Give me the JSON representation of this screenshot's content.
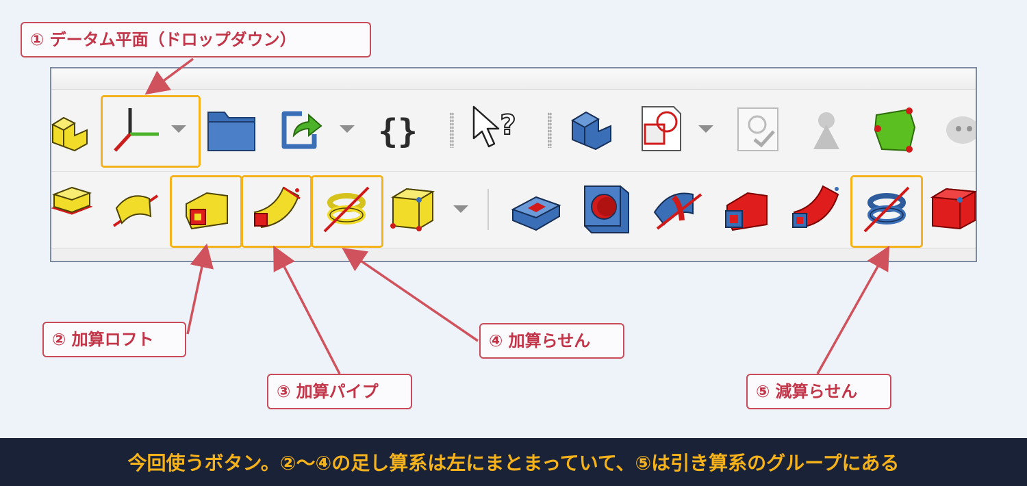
{
  "callouts": {
    "datum_plane": "① データム平面（ドロップダウン）",
    "additive_loft": "② 加算ロフト",
    "additive_pipe": "③ 加算パイプ",
    "additive_helix": "④ 加算らせん",
    "subtractive_helix": "⑤ 減算らせん"
  },
  "footer": {
    "text": "今回使うボタン。②～④の足し算系は左にまとまっていて、⑤は引き算系のグループにある"
  },
  "colors": {
    "highlight": "#f5b21a",
    "callout_red": "#c94a58",
    "footer_bg": "#1a2238",
    "footer_text": "#f5b21a",
    "additive_yellow": "#f2dc2a",
    "subtractive_blue": "#3a6fb8",
    "red": "#d11a1a"
  },
  "icons": {
    "toolbar_row1": [
      "body-icon",
      "datum-plane-icon",
      "folder-icon",
      "export-icon",
      "curly-braces-icon",
      "whats-this-icon",
      "part-icon",
      "sketch-icon",
      "validate-sketch-icon",
      "shapebinder-icon",
      "attach-icon",
      "clone-icon"
    ],
    "toolbar_row2": [
      "additive-extrude-icon",
      "additive-revolve-icon",
      "additive-loft-icon",
      "additive-pipe-icon",
      "additive-helix-icon",
      "additive-primitive-icon",
      "pocket-icon",
      "hole-icon",
      "groove-icon",
      "subtractive-loft-icon",
      "subtractive-pipe-icon",
      "subtractive-helix-icon",
      "subtractive-primitive-icon"
    ]
  }
}
